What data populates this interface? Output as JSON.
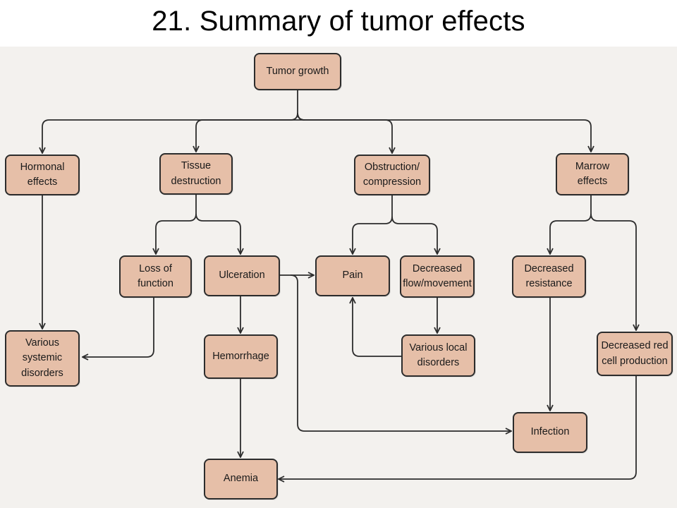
{
  "slide": {
    "title": "21. Summary of tumor effects"
  },
  "nodes": {
    "tumor_growth": "Tumor growth",
    "hormonal_effects": "Hormonal\neffects",
    "tissue_destruction": "Tissue\ndestruction",
    "obstruction_compression": "Obstruction/\ncompression",
    "marrow_effects": "Marrow\neffects",
    "loss_of_function": "Loss of\nfunction",
    "ulceration": "Ulceration",
    "pain": "Pain",
    "decreased_flow_movement": "Decreased\nflow/movement",
    "decreased_resistance": "Decreased\nresistance",
    "various_systemic_disorders": "Various\nsystemic\ndisorders",
    "hemorrhage": "Hemorrhage",
    "various_local_disorders": "Various local\ndisorders",
    "decreased_red_cell_production": "Decreased red\ncell production",
    "infection": "Infection",
    "anemia": "Anemia"
  },
  "colors": {
    "node_fill": "#e6bfa8",
    "node_border": "#2c2c2c",
    "connector": "#2c2c2c",
    "panel_background": "#f3f1ee"
  }
}
